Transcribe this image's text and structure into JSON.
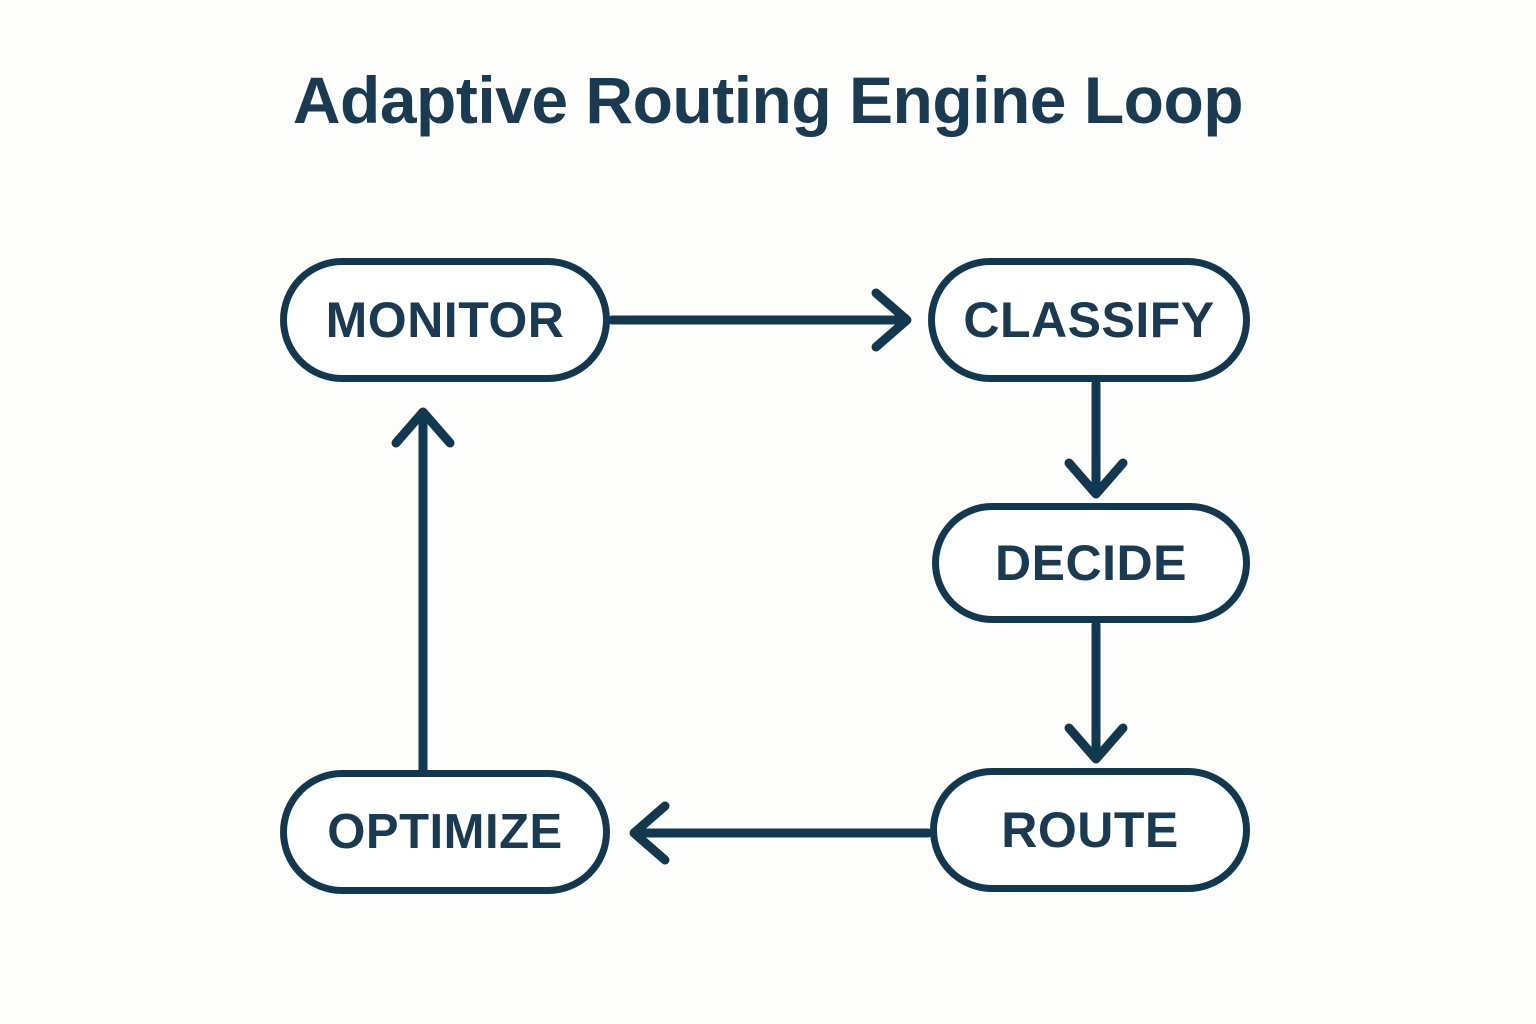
{
  "diagram": {
    "title": "Adaptive Routing Engine Loop",
    "background_color": "#fdfdfb",
    "stroke_color": "#12384f",
    "text_color": "#1a3a52",
    "node_fill_color": "#ffffff",
    "node_shape": "pill",
    "nodes": [
      {
        "id": "monitor",
        "label": "MONITOR"
      },
      {
        "id": "classify",
        "label": "CLASSIFY"
      },
      {
        "id": "decide",
        "label": "DECIDE"
      },
      {
        "id": "route",
        "label": "ROUTE"
      },
      {
        "id": "optimize",
        "label": "OPTIMIZE"
      }
    ],
    "edges": [
      {
        "id": "monitor-to-classify",
        "from": "MONITOR",
        "to": "CLASSIFY",
        "direction": "right",
        "label": ""
      },
      {
        "id": "classify-to-decide",
        "from": "CLASSIFY",
        "to": "DECIDE",
        "direction": "down",
        "label": ""
      },
      {
        "id": "decide-to-route",
        "from": "DECIDE",
        "to": "ROUTE",
        "direction": "down",
        "label": ""
      },
      {
        "id": "route-to-optimize",
        "from": "ROUTE",
        "to": "OPTIMIZE",
        "direction": "left",
        "label": ""
      },
      {
        "id": "optimize-to-monitor",
        "from": "OPTIMIZE",
        "to": "MONITOR",
        "direction": "up",
        "label": ""
      }
    ]
  }
}
